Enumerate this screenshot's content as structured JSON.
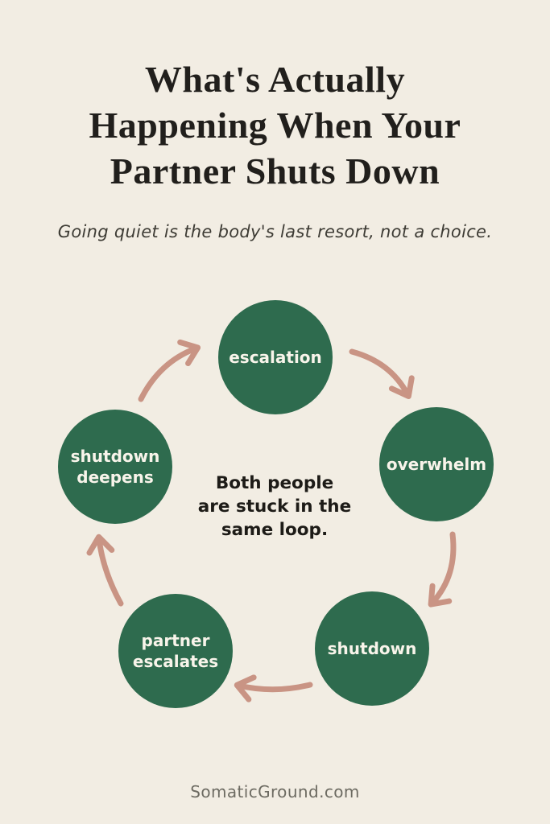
{
  "header": {
    "title": "What's Actually\nHappening When Your\nPartner Shuts Down",
    "subtitle": "Going quiet is the body's last resort, not a choice."
  },
  "diagram": {
    "type": "cycle",
    "flow": "clockwise",
    "center_text": "Both people\nare stuck in the\nsame loop.",
    "nodes": [
      {
        "label": "escalation"
      },
      {
        "label": "overwhelm"
      },
      {
        "label": "shutdown"
      },
      {
        "label": "partner escalates"
      },
      {
        "label": "shutdown deepens"
      }
    ]
  },
  "footer": {
    "website": "SomaticGround.com"
  },
  "colors": {
    "background": "#f2ede3",
    "circle_fill": "#2e6b4e",
    "circle_text": "#f8f4ea",
    "arrow": "#c99484",
    "title_text": "#211f1c",
    "subtitle_text": "#3e3c35",
    "center_text": "#1d1b17",
    "footer_text": "#6d6b62"
  }
}
